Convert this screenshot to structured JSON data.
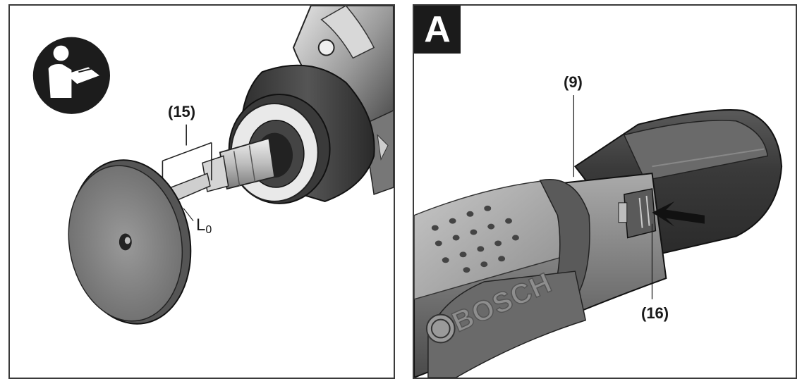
{
  "left_panel": {
    "callout_disc_accessory": "(15)",
    "length_symbol": "L",
    "length_subscript": "0",
    "manual_icon": "read-instructions-icon"
  },
  "right_panel": {
    "figure_letter": "A",
    "callout_battery": "(9)",
    "callout_release_button": "(16)",
    "brand_text": "BOSCH",
    "push_arrow": "push-direction-arrow"
  },
  "colors": {
    "border": "#3a3a3a",
    "ink": "#1a1a1a",
    "tool_dark": "#4a4a4a",
    "tool_mid": "#8a8a8a",
    "tool_light": "#c8c8c8"
  }
}
